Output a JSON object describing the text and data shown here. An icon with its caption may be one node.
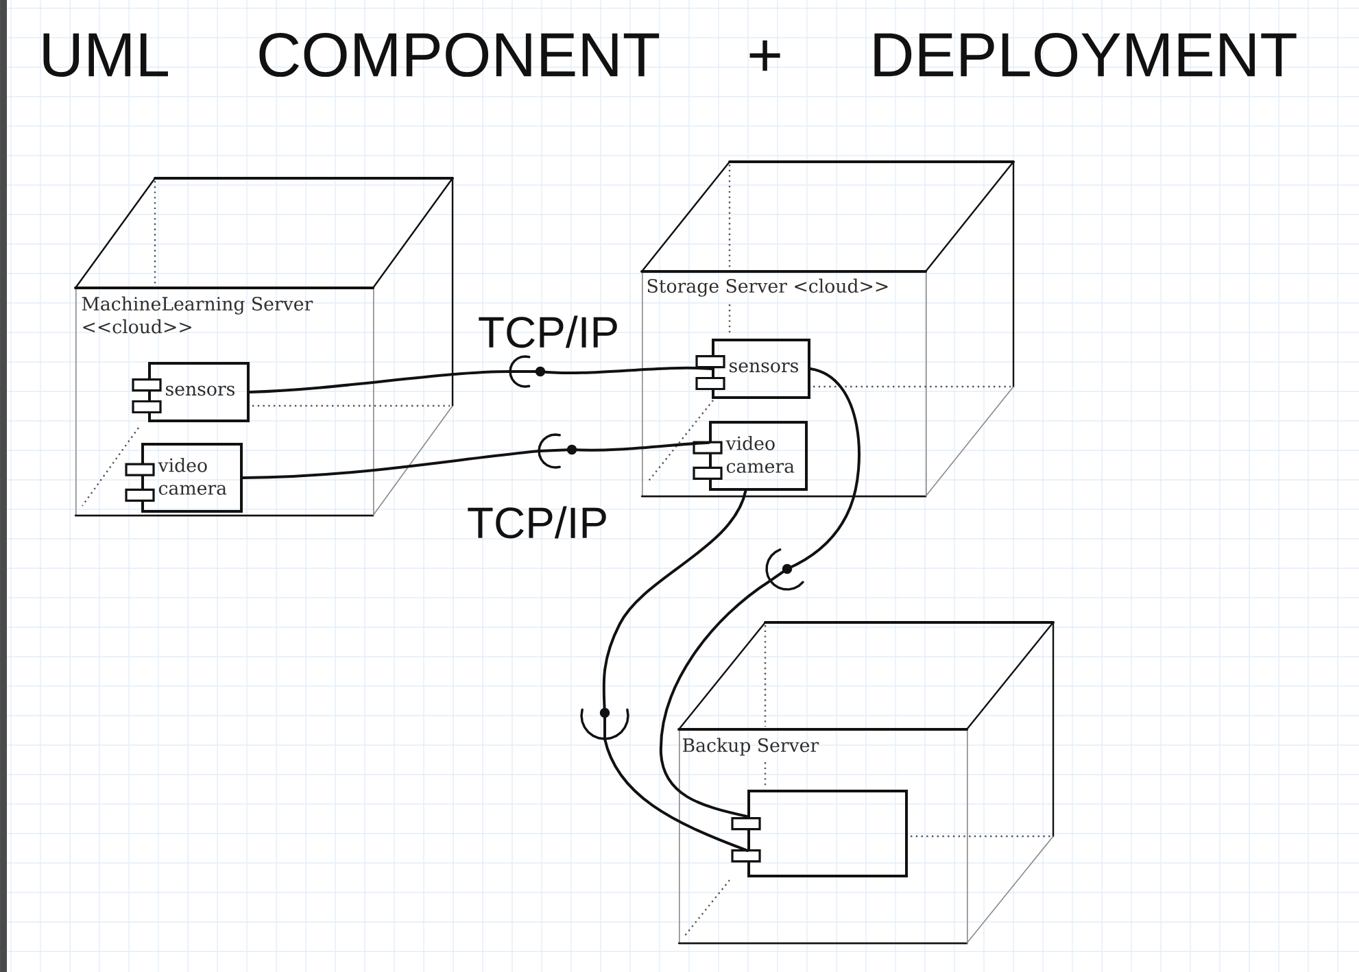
{
  "diagram": {
    "title": "UML COMPONENT + DEPLOYMENT",
    "nodes": [
      {
        "text": [
          "MachineLearning Server <<cloud>>"
        ]
      },
      {
        "text": [
          "sensors"
        ],
        "in": 0
      },
      {
        "text": [
          "video camera"
        ],
        "in": 0
      },
      {
        "text": [
          "Storage Server <cloud>>"
        ]
      },
      {
        "text": [
          "sensors"
        ],
        "in": 3
      },
      {
        "text": [
          "video camera"
        ],
        "in": 3
      },
      {
        "text": [
          "Backup Server"
        ]
      },
      {
        "text": [],
        "shape": "box",
        "in": 6
      }
    ],
    "edges": [
      {
        "from": 1,
        "to": 4,
        "arrow": "none",
        "label": "TCP/IP"
      },
      {
        "from": 2,
        "to": 5,
        "arrow": "none",
        "label": "TCP/IP"
      },
      {
        "from": 4,
        "to": 7,
        "arrow": "none"
      },
      {
        "from": 5,
        "to": 7,
        "arrow": "none"
      }
    ]
  }
}
